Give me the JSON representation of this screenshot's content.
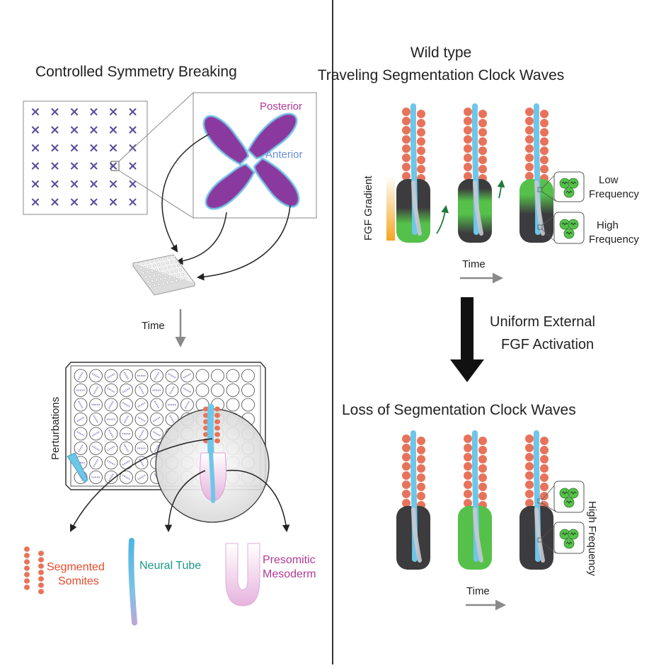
{
  "left": {
    "title": "Controlled Symmetry Breaking",
    "posterior_label": "Posterior",
    "anterior_label": "Anterior",
    "time_label": "Time",
    "perturbations_label": "Perturbations",
    "outputs": {
      "somites": [
        "Segmented",
        "Somites"
      ],
      "neural_tube": "Neural Tube",
      "psm": [
        "Presomitic",
        "Mesoderm"
      ]
    }
  },
  "right": {
    "wild_type_title": [
      "Wild type",
      "Traveling Segmentation Clock Waves"
    ],
    "fgf_gradient_label": "FGF Gradient",
    "low_freq": [
      "Low",
      "Frequency"
    ],
    "high_freq": [
      "High",
      "Frequency"
    ],
    "time_label": "Time",
    "intervention": [
      "Uniform External",
      "FGF Activation"
    ],
    "loss_title": "Loss of Segmentation Clock Waves",
    "high_frequency_vertical": "High Frequency",
    "time_label_bottom": "Time"
  },
  "colors": {
    "divider": "#333333",
    "somite": "#e8735a",
    "neural_tube": "#6ec6e8",
    "psm_dark": "#3c3c3e",
    "psm_green": "#55c14a",
    "posterior": "#b03a96",
    "anterior": "#6a8fd6",
    "fgf_gradient_top": "#ffffff",
    "fgf_gradient_bottom": "#f5a623"
  }
}
